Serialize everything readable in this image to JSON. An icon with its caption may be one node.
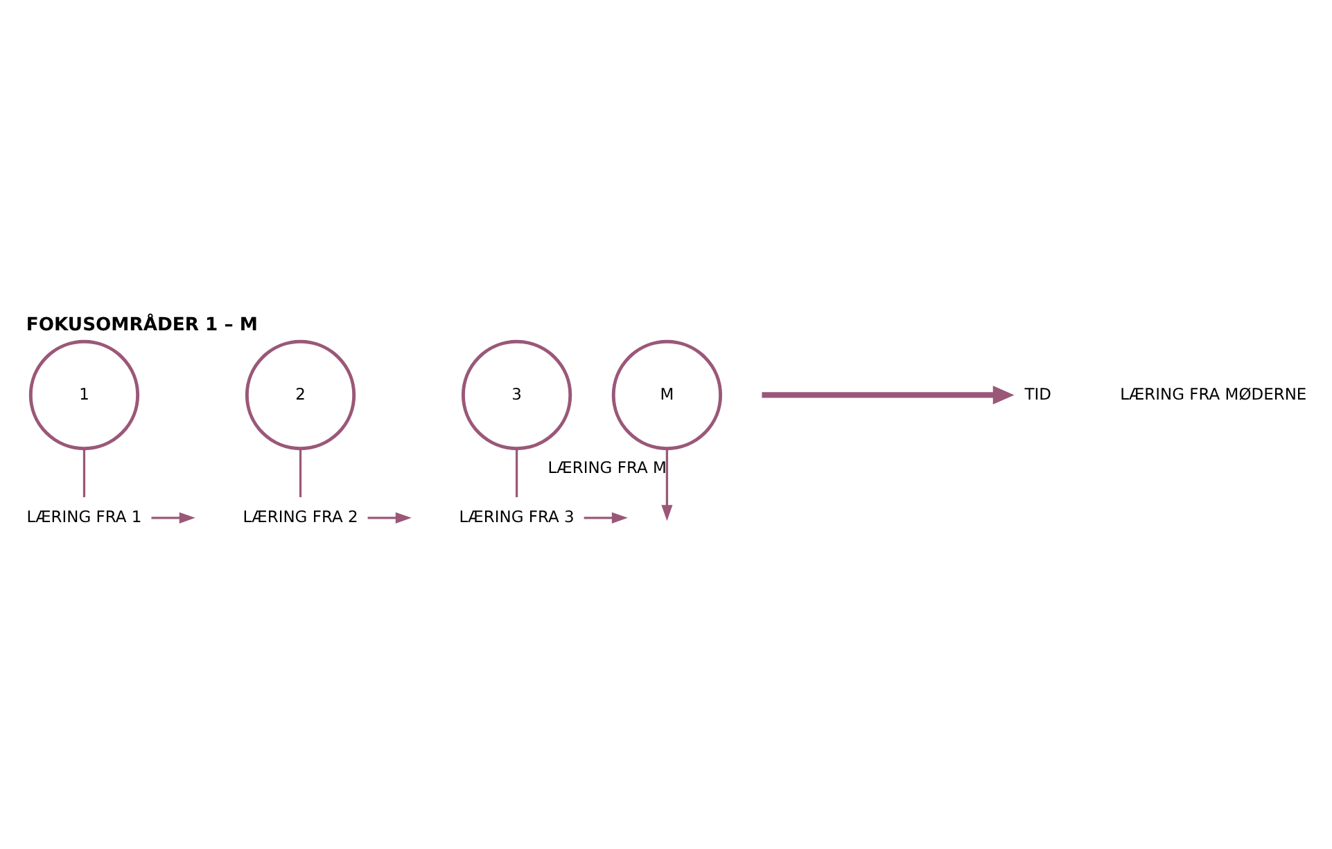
{
  "diagram": {
    "title": "FOKUSOMRÅDER 1 – M",
    "nodes": [
      {
        "text": [
          "1"
        ]
      },
      {
        "text": [
          "2"
        ]
      },
      {
        "text": [
          "3"
        ]
      },
      {
        "text": [
          "M"
        ]
      },
      {
        "text": [
          "LÆRING FRA 1"
        ]
      },
      {
        "text": [
          "LÆRING FRA 2"
        ]
      },
      {
        "text": [
          "LÆRING FRA 3"
        ]
      },
      {
        "text": [
          "TID"
        ]
      }
    ],
    "edges": [
      {
        "from": null,
        "to": 7,
        "arrow": "to",
        "style": "thick"
      },
      {
        "from": 0,
        "to": 4,
        "arrow": "none"
      },
      {
        "from": 4,
        "to": null,
        "arrow": "to"
      },
      {
        "from": 1,
        "to": 5,
        "arrow": "none"
      },
      {
        "from": 5,
        "to": null,
        "arrow": "to"
      },
      {
        "from": 2,
        "to": 6,
        "arrow": "none"
      },
      {
        "from": 6,
        "to": null,
        "arrow": "to"
      },
      {
        "from": 3,
        "to": null,
        "arrow": "to",
        "label": "LÆRING FRA M"
      }
    ],
    "labels": [
      "LÆRING FRA MØDERNE"
    ]
  }
}
